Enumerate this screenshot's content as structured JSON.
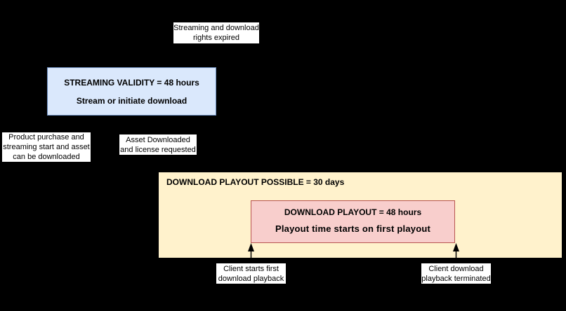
{
  "diagram": {
    "background_color": "#000000",
    "streaming_validity_box": {
      "title": "STREAMING VALIDITY = 48 hours",
      "subtitle": "Stream or initiate download",
      "fill_color": "#dae8fc",
      "border_color": "#6c8ebf"
    },
    "download_window_box": {
      "title": "DOWNLOAD PLAYOUT POSSIBLE = 30 days",
      "fill_color": "#fff2cc",
      "border_color": "#000000"
    },
    "download_playout_box": {
      "title": "DOWNLOAD PLAYOUT = 48 hours",
      "subtitle": "Playout time starts on first playout",
      "fill_color": "#f8cecc",
      "border_color": "#b85450"
    },
    "labels": {
      "rights_expired": {
        "line1": "Streaming and download",
        "line2": "rights expired"
      },
      "purchase": {
        "line1": "Product purchase and",
        "line2": "streaming start and asset",
        "line3": "can be downloaded"
      },
      "asset_downloaded": {
        "line1": "Asset Downloaded",
        "line2": "and license requested"
      },
      "first_playback": {
        "line1": "Client starts first",
        "line2": "download playback"
      },
      "playback_terminated": {
        "line1": "Client download",
        "line2": "playback terminated"
      }
    },
    "arrow_color": "#000000"
  }
}
